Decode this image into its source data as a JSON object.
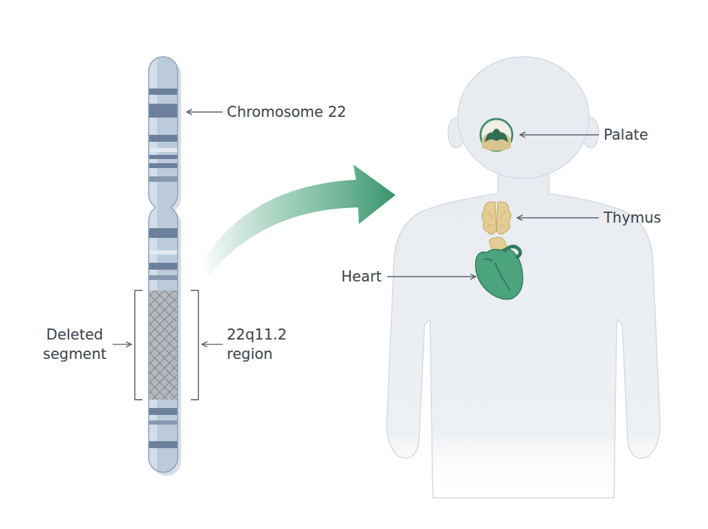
{
  "diagram": {
    "labels": [
      "Chromosome 22",
      "Palate",
      "Thymus",
      "Heart",
      "Deleted segment",
      "22q11.2 region"
    ]
  }
}
